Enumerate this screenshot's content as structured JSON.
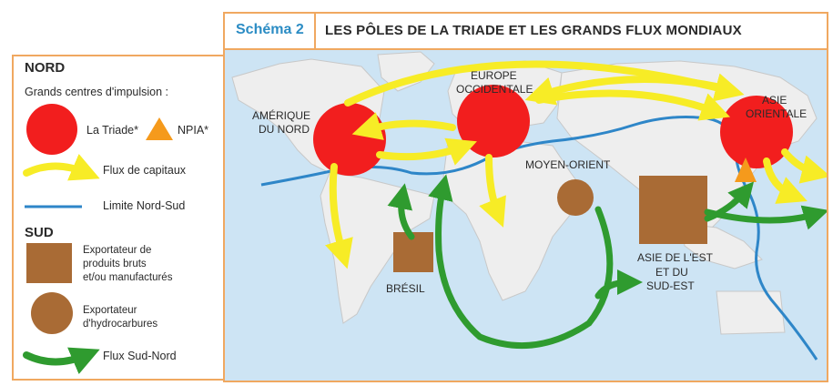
{
  "title": {
    "schema_label": "Schéma 2",
    "text": "LES PÔLES DE LA TRIADE ET LES GRANDS FLUX MONDIAUX"
  },
  "legend": {
    "nord": {
      "heading": "NORD",
      "subheading": "Grands centres d'impulsion :",
      "triade_label": "La Triade*",
      "npia_label": "NPIA*",
      "capitaux_label": "Flux de capitaux",
      "limite_label": "Limite Nord-Sud"
    },
    "sud": {
      "heading": "SUD",
      "exportateur_produits_line1": "Exportateur de",
      "exportateur_produits_line2": "produits bruts",
      "exportateur_produits_line3": "et/ou manufacturés",
      "exportateur_hydro_line1": "Exportateur",
      "exportateur_hydro_line2": "d'hydrocarbures",
      "flux_sud_nord_label": "Flux Sud-Nord"
    }
  },
  "map_labels": {
    "amerique_line1": "AMÉRIQUE",
    "amerique_line2": "DU NORD",
    "europe_line1": "EUROPE",
    "europe_line2": "OCCIDENTALE",
    "asie_or_line1": "ASIE",
    "asie_or_line2": "ORIENTALE",
    "moyen_orient": "MOYEN-ORIENT",
    "bresil": "BRÉSIL",
    "asie_est_line1": "ASIE DE L'EST",
    "asie_est_line2": "ET DU",
    "asie_est_line3": "SUD-EST"
  },
  "colors": {
    "triade": "#f21e1e",
    "npia": "#f59a1c",
    "capitaux": "#f7ec26",
    "limite": "#2e86c8",
    "produits": "#a96b35",
    "hydrocarbures": "#a96b35",
    "sud_nord": "#2f9b2f",
    "ocean": "#cde4f4",
    "land": "#eeeeee"
  }
}
